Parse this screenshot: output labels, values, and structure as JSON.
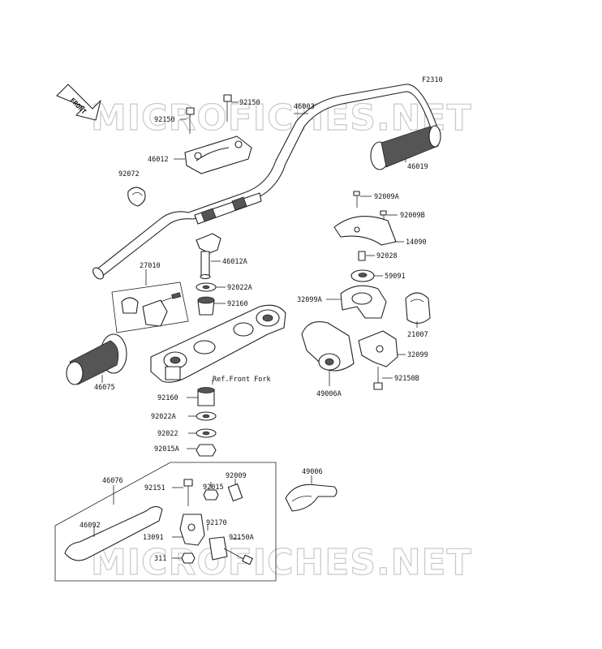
{
  "diagram": {
    "code": "F2310",
    "direction_label": "FRONT",
    "note": "Ref.Front Fork",
    "watermark_top": "MICROFICHES.NET",
    "watermark_bottom": "MICROFICHES.NET",
    "labels": {
      "p92150_top": "92150",
      "p92150_left": "92150",
      "p46003": "46003",
      "p46012": "46012",
      "p92072": "92072",
      "p46019": "46019",
      "p92009A": "92009A",
      "p92009B": "92009B",
      "p14090": "14090",
      "p92028": "92028",
      "p27010": "27010",
      "p46012A": "46012A",
      "p92022A_top": "92022A",
      "p92160_top": "92160",
      "p59091": "59091",
      "p32099A": "32099A",
      "p21007": "21007",
      "p32099": "32099",
      "p46075": "46075",
      "p92150B": "92150B",
      "p49006A": "49006A",
      "p92160_bottom": "92160",
      "p92022A_bottom": "92022A",
      "p92022": "92022",
      "p92015A": "92015A",
      "p46076": "46076",
      "p49006": "49006",
      "p92009": "92009",
      "p92151": "92151",
      "p92015": "92015",
      "p46092": "46092",
      "p92170": "92170",
      "p13091": "13091",
      "p92150A": "92150A",
      "p311": "311"
    }
  }
}
